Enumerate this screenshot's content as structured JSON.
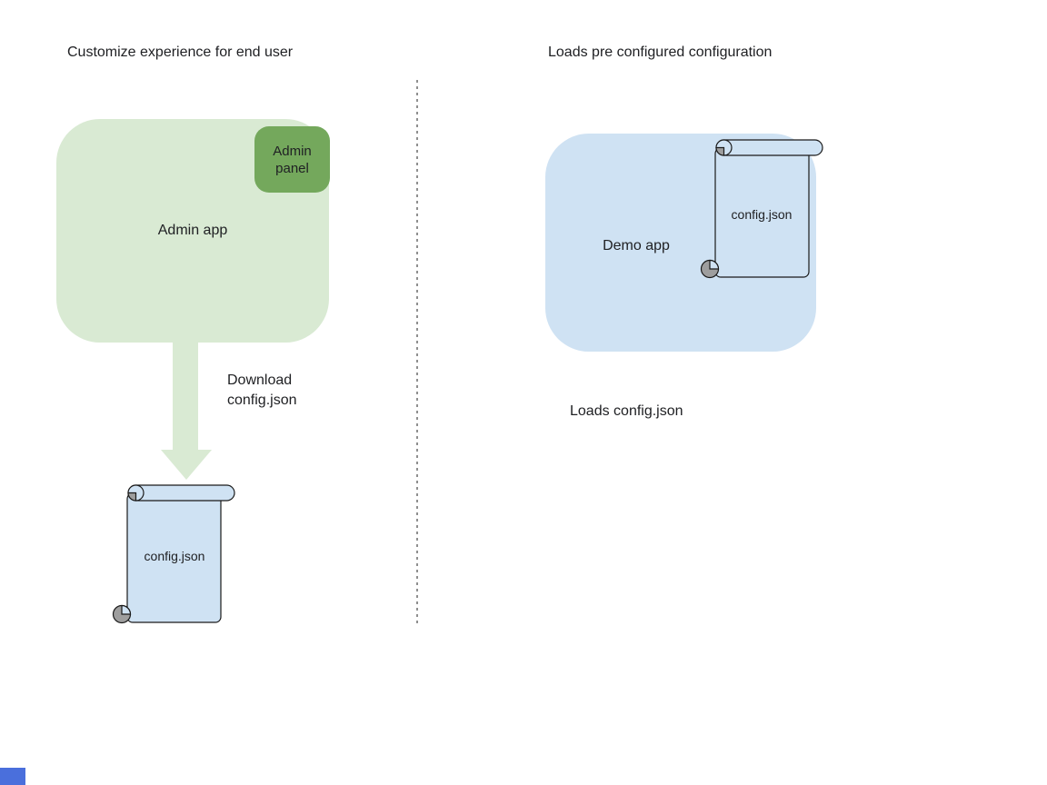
{
  "left": {
    "title": "Customize experience for end user",
    "admin_app_label": "Admin app",
    "admin_panel_label": "Admin panel",
    "arrow_label": "Download\nconfig.json",
    "scroll_label": "config.json"
  },
  "right": {
    "title": "Loads pre configured configuration",
    "demo_app_label": "Demo app",
    "scroll_label": "config.json",
    "caption": "Loads config.json"
  },
  "colors": {
    "app_box_green": "#D9EAD3",
    "panel_green": "#74A85C",
    "arrow_green": "#D9EAD3",
    "scroll_blue": "#CFE2F3",
    "demo_box_blue": "#CFE2F3",
    "curl_gray": "#9E9E9E",
    "divider_gray": "#8F8F8F",
    "text_dark": "#202124",
    "corner_marker_blue": "#4A6FDC"
  }
}
